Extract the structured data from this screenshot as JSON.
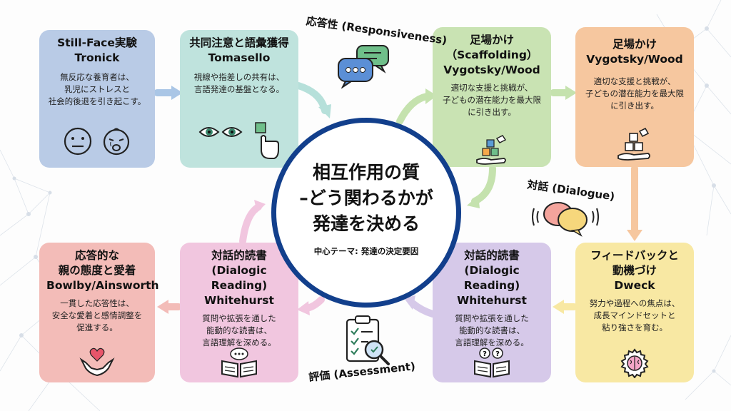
{
  "center": {
    "title_lines": [
      "相互作用の質",
      "–どう関わるかが",
      "発達を決める"
    ],
    "subtitle": "中心テーマ: 発達の決定要因"
  },
  "labels": {
    "responsiveness": "応答性 (Responsiveness)",
    "dialogue": "対話 (Dialogue)",
    "assessment": "評価 (Assessment)"
  },
  "cards": {
    "still_face": {
      "title_lines": [
        "Still-Face実験",
        "Tronick"
      ],
      "desc_lines": [
        "無反応な養育者は、",
        "乳児にストレスと",
        "社会的後退を引き起こす。"
      ],
      "icons": [
        "neutral-face-icon",
        "crying-baby-icon"
      ]
    },
    "joint_attention": {
      "title_lines": [
        "共同注意と語彙獲得",
        "Tomasello"
      ],
      "desc_lines": [
        "視線や指差しの共有は、",
        "言語発達の基盤となる。"
      ],
      "icons": [
        "eyes-icon",
        "pointing-hand-icon"
      ]
    },
    "scaffolding_1": {
      "title_lines": [
        "足場かけ",
        "（Scaffolding）",
        "Vygotsky/Wood"
      ],
      "desc_lines": [
        "適切な支援と挑戦が、",
        "子どもの潜在能力を最大限",
        "に引き出す。"
      ],
      "icons": [
        "blocks-hand-icon"
      ]
    },
    "scaffolding_2": {
      "title_lines": [
        "足場かけ",
        "Vygotsky/Wood"
      ],
      "desc_lines": [
        "適切な支援と挑戦が、",
        "子どもの潜在能力を最大限",
        "に引き出す。"
      ],
      "icons": [
        "blocks-hand-icon"
      ]
    },
    "feedback": {
      "title_lines": [
        "フィードバックと",
        "動機づけ",
        "Dweck"
      ],
      "desc_lines": [
        "努力や過程への焦点は、",
        "成長マインドセットと",
        "粘り強さを育む。"
      ],
      "icons": [
        "brain-gear-icon"
      ]
    },
    "dialogic_1": {
      "title_lines": [
        "対話的読書",
        "(Dialogic Reading)",
        "Whitehurst"
      ],
      "desc_lines": [
        "質問や拡張を通した",
        "能動的な読書は、",
        "言語理解を深める。"
      ],
      "icons": [
        "book-question-icon"
      ]
    },
    "dialogic_2": {
      "title_lines": [
        "対話的読書",
        "(Dialogic Reading)",
        "Whitehurst"
      ],
      "desc_lines": [
        "質問や拡張を通した",
        "能動的な読書は、",
        "言語理解を深める。"
      ],
      "icons": [
        "book-dialogue-icon"
      ]
    },
    "attachment": {
      "title_lines": [
        "応答的な",
        "親の態度と愛着",
        "Bowlby/Ainsworth"
      ],
      "desc_lines": [
        "一貫した応答性は、",
        "安全な愛着と感情調整を",
        "促進する。"
      ],
      "icons": [
        "heart-hands-icon"
      ]
    }
  },
  "colors": {
    "ring": "#123f8c",
    "still_face": "#b9cbe6",
    "joint_attention": "#bfe3dd",
    "scaffolding_1": "#c9e3b3",
    "scaffolding_2": "#f6c79f",
    "feedback": "#f8e8a3",
    "dialogic_1": "#d6c9e9",
    "dialogic_2": "#f1c6df",
    "attachment": "#f3bcb8"
  }
}
